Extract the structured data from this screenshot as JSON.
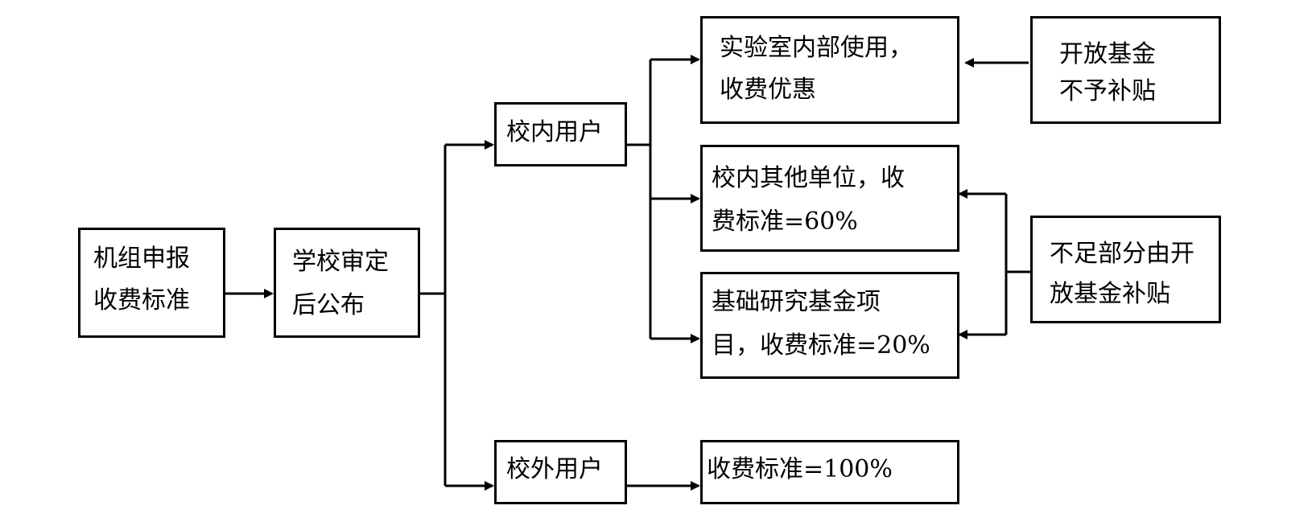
{
  "nodes": {
    "apply": {
      "line1": "机组申报",
      "line2": "收费标准"
    },
    "approve": {
      "line1": "学校审定",
      "line2": "后公布"
    },
    "internal_users": {
      "label": "校内用户"
    },
    "external_users": {
      "label": "校外用户"
    },
    "lab_use": {
      "line1": "实验室内部使用，",
      "line2": "收费优惠"
    },
    "other_units": {
      "line1": "校内其他单位，收",
      "line2": "费标准=60%"
    },
    "basic_research": {
      "line1": "基础研究基金项",
      "line2": "目，收费标准=20%"
    },
    "external_rate": {
      "label": "收费标准=100%"
    },
    "open_fund_none": {
      "line1": "开放基金",
      "line2": "不予补贴"
    },
    "open_fund_subsidy": {
      "line1": "不足部分由开",
      "line2": "放基金补贴"
    }
  },
  "edges": [
    {
      "from": "apply",
      "to": "approve"
    },
    {
      "from": "approve",
      "to": "internal_users"
    },
    {
      "from": "approve",
      "to": "external_users"
    },
    {
      "from": "internal_users",
      "to": "lab_use"
    },
    {
      "from": "internal_users",
      "to": "other_units"
    },
    {
      "from": "internal_users",
      "to": "basic_research"
    },
    {
      "from": "external_users",
      "to": "external_rate"
    },
    {
      "from": "open_fund_none",
      "to": "lab_use"
    },
    {
      "from": "open_fund_subsidy",
      "to": "other_units"
    },
    {
      "from": "open_fund_subsidy",
      "to": "basic_research"
    }
  ]
}
